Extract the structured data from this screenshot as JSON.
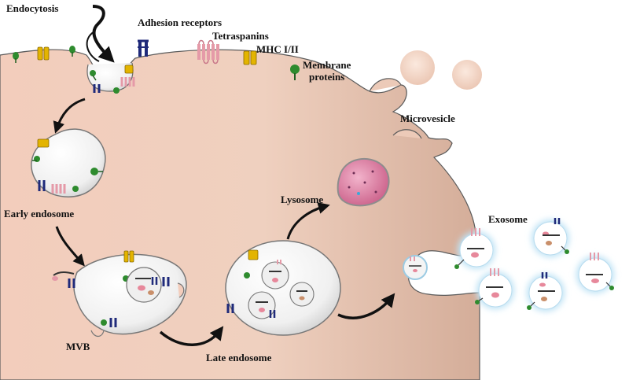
{
  "labels": {
    "endocytosis": "Endocytosis",
    "adhesion_receptors": "Adhesion receptors",
    "tetraspanins": "Tetraspanins",
    "mhc": "MHC I/II",
    "membrane_line1": "Membrane",
    "membrane_line2": "proteins",
    "microvesicle": "Microvesicle",
    "early_endosome": "Early endosome",
    "lysosome": "Lysosome",
    "exosome": "Exosome",
    "mvb": "MVB",
    "late_endosome": "Late endosome"
  },
  "colors": {
    "cell_fill_left": "#f3cdbc",
    "cell_fill_right": "#d9b3a0",
    "vesicle_fill": "#f2f2f2",
    "adhesion_receptor": "#1f2a7a",
    "tetraspanin": "#e59aa8",
    "mhc": "#e3b400",
    "membrane_protein": "#2e8b2e",
    "lysosome": "#d66a93",
    "exosome_glow": "#bfe3f5"
  },
  "icons": {
    "arrow": "curved-arrow-icon",
    "adhesion": "adhesion-receptor-icon",
    "tetraspanin": "tetraspanin-icon",
    "mhc": "mhc-icon",
    "membrane_protein": "membrane-protein-icon"
  }
}
